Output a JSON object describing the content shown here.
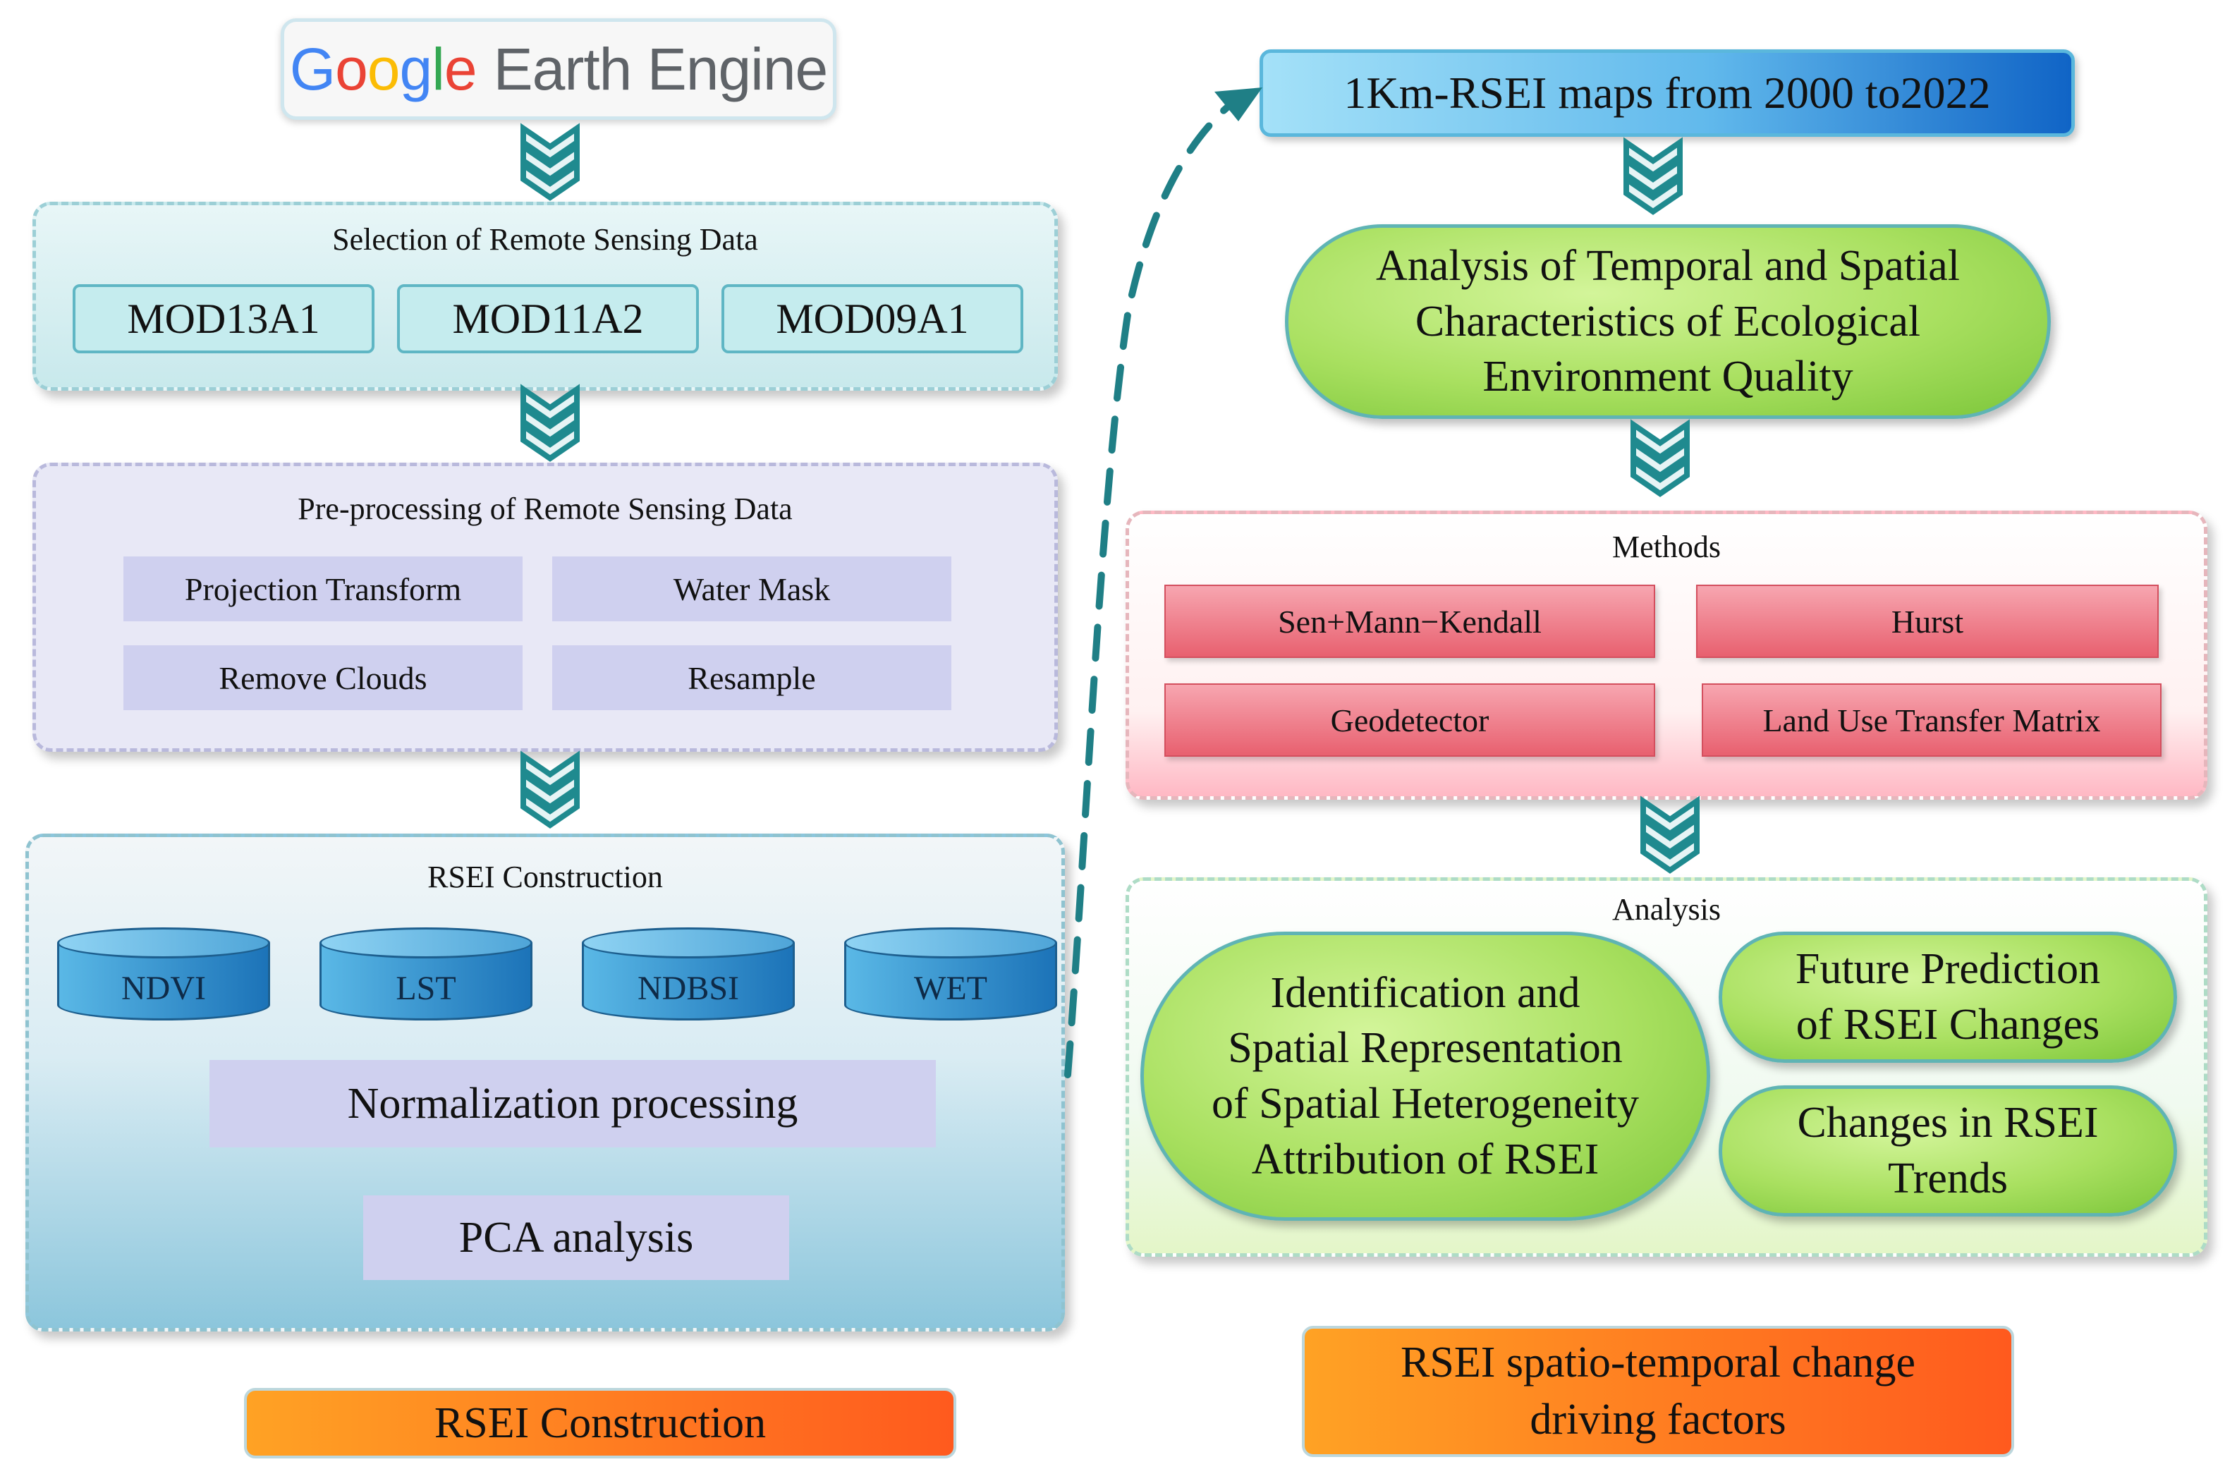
{
  "logo": {
    "g1": "G",
    "g2": "o",
    "g3": "o",
    "g4": "g",
    "g5": "l",
    "g6": "e",
    "suffix": "Earth Engine"
  },
  "selection": {
    "title": "Selection of  Remote Sensing Data",
    "items": [
      "MOD13A1",
      "MOD11A2",
      "MOD09A1"
    ]
  },
  "preprocessing": {
    "title": "Pre-processing of Remote Sensing Data",
    "items": [
      "Projection Transform",
      "Water  Mask",
      "Remove Clouds",
      "Resample"
    ]
  },
  "rsei": {
    "title": "RSEI  Construction",
    "indices": [
      "NDVI",
      "LST",
      "NDBSI",
      "WET"
    ],
    "normalization": "Normalization processing",
    "pca": "PCA analysis"
  },
  "left_label": "RSEI  Construction",
  "maps_box": "1Km-RSEI maps from 2000 to2022",
  "temporal_spatial": {
    "line1": "Analysis of Temporal and Spatial",
    "line2": "Characteristics of Ecological",
    "line3": "Environment Quality"
  },
  "methods": {
    "title": "Methods",
    "items": [
      "Sen+Mann−Kendall",
      "Hurst",
      "Geodetector",
      "Land Use Transfer Matrix"
    ]
  },
  "analysis": {
    "title": "Analysis",
    "identification": {
      "line1": "Identification and",
      "line2": "Spatial Representation",
      "line3": "of Spatial Heterogeneity",
      "line4": "Attribution of RSEI"
    },
    "future": {
      "line1": "Future Prediction",
      "line2": "of RSEI Changes"
    },
    "changes": {
      "line1": "Changes in RSEI",
      "line2": "Trends"
    }
  },
  "right_label": {
    "line1": "RSEI spatio-temporal change",
    "line2": "driving factors"
  },
  "colors": {
    "chevron": "#1f8a8f",
    "connector": "#1f7f86"
  }
}
